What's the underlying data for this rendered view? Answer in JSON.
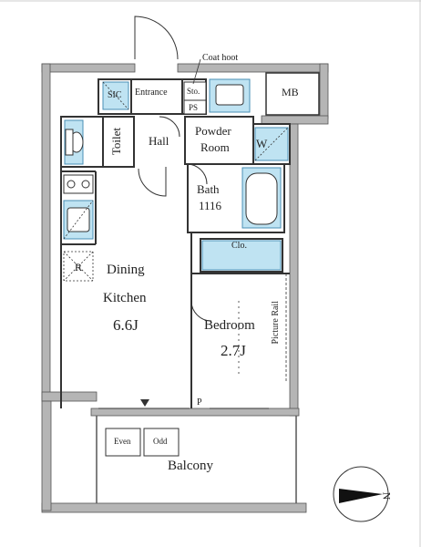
{
  "floorplan": {
    "rooms": {
      "sic": "SIC",
      "entrance": "Entrance",
      "storage": "Sto.",
      "coat_hook": "Coat hoot",
      "ps": "PS",
      "mb": "MB",
      "toilet": "Toilet",
      "hall": "Hall",
      "powder_room_line1": "Powder",
      "powder_room_line2": "Room",
      "washer": "W",
      "bath": "Bath",
      "bath_size": "1116",
      "closet": "Clo.",
      "refrigerator": "R",
      "dining_kitchen_line1": "Dining",
      "dining_kitchen_line2": "Kitchen",
      "dining_kitchen_size": "6.6J",
      "bedroom": "Bedroom",
      "bedroom_size": "2.7J",
      "picture_rail": "Picture Rail",
      "pillar": "P",
      "balcony": "Balcony",
      "evacuation_even": "Even",
      "evacuation_odd": "Odd"
    },
    "compass": "N",
    "colors": {
      "wall": "#9a9a9a",
      "line": "#333333",
      "fixture_fill": "#bfe3f2",
      "fixture_stroke": "#4a8fb5",
      "background": "#ffffff"
    }
  }
}
